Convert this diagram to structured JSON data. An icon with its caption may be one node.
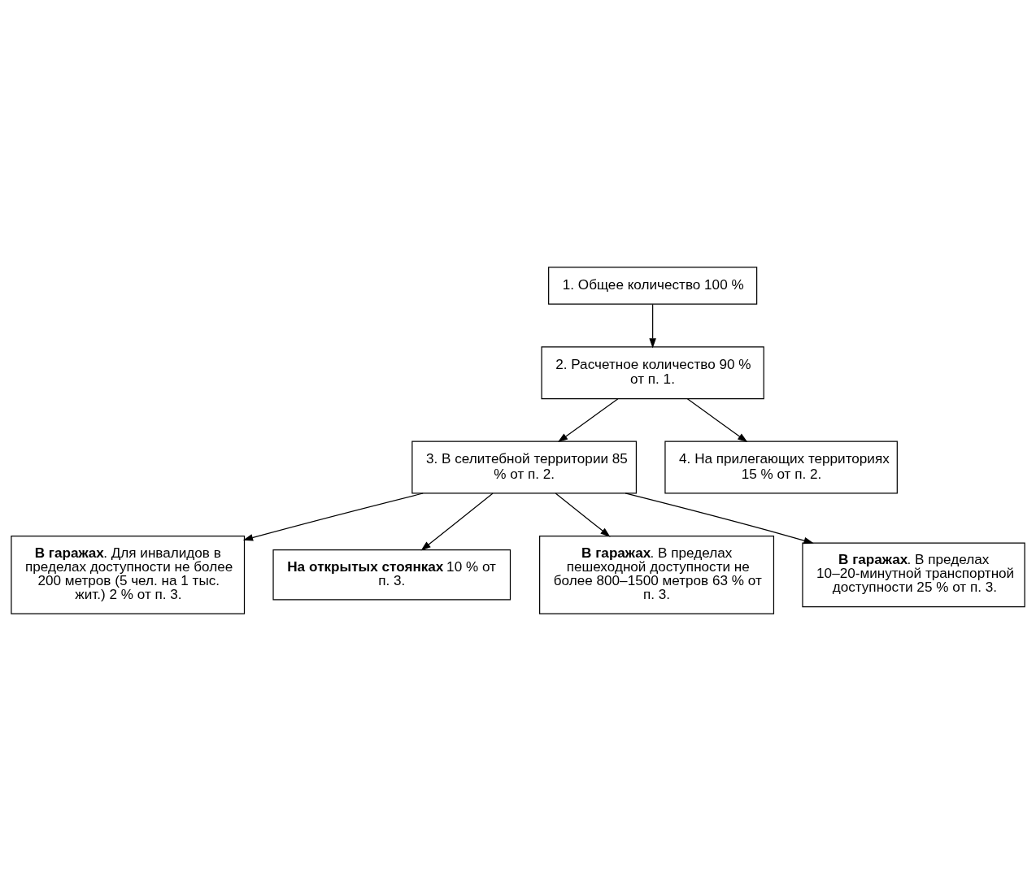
{
  "diagram": {
    "nodes": [
      {
        "text": [
          "1. Общее количество 100 %"
        ]
      },
      {
        "text": [
          "2. Расчетное количество 90 % от п. 1."
        ]
      },
      {
        "text": [
          "3. В селитебной территории 85 % от п. 2."
        ]
      },
      {
        "text": [
          "4. На прилегающих территориях 15 % от п. 2."
        ]
      },
      {
        "text": [
          "**В гаражах**. Для инвалидов в пределах доступности не более 200 метров (5 чел. на 1 тыс. жит.) 2 % от п. 3."
        ]
      },
      {
        "text": [
          "**На открытых стоянках** 10 % от п. 3."
        ]
      },
      {
        "text": [
          "**В гаражах**. В пределах пешеходной доступности не более 800–1500 метров 63 % от п. 3."
        ]
      },
      {
        "text": [
          "**В гаражах**. В пределах 10–20-минутной транспортной доступности 25 % от п. 3."
        ]
      }
    ],
    "edges": [
      {
        "from": 0,
        "to": 1,
        "arrow": "to"
      },
      {
        "from": 1,
        "to": 2,
        "arrow": "to"
      },
      {
        "from": 1,
        "to": 3,
        "arrow": "to"
      },
      {
        "from": 2,
        "to": 4,
        "arrow": "to"
      },
      {
        "from": 2,
        "to": 5,
        "arrow": "to"
      },
      {
        "from": 2,
        "to": 6,
        "arrow": "to"
      },
      {
        "from": 2,
        "to": 7,
        "arrow": "to"
      }
    ]
  }
}
